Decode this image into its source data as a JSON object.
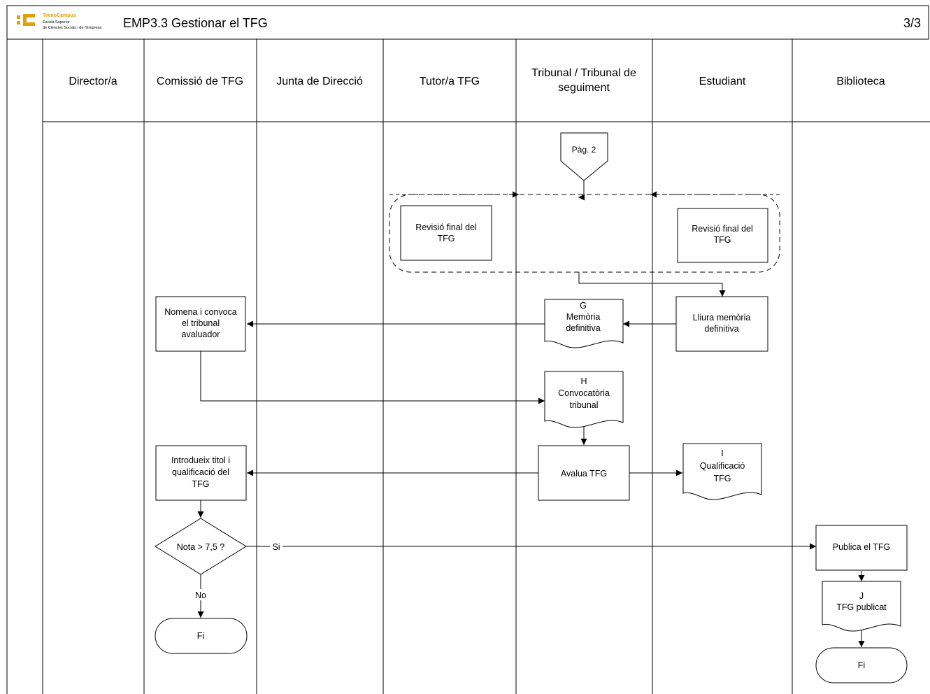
{
  "header": {
    "logo_name": "TecnoCampus",
    "logo_line1": "Escola Superior",
    "logo_line2": "de Ciències Socials i de l'Empresa",
    "logo_color": "#e2a10b",
    "title": "EMP3.3 Gestionar el TFG",
    "page": "3/3"
  },
  "lanes": [
    {
      "line1": "Director/a",
      "line2": ""
    },
    {
      "line1": "Comissió de TFG",
      "line2": ""
    },
    {
      "line1": "Junta de Direcció",
      "line2": ""
    },
    {
      "line1": "Tutor/a TFG",
      "line2": ""
    },
    {
      "line1": "Tribunal / Tribunal de",
      "line2": "seguiment"
    },
    {
      "line1": "Estudiant",
      "line2": ""
    },
    {
      "line1": "Biblioteca",
      "line2": ""
    }
  ],
  "connector": {
    "label": "Pàg. 2"
  },
  "tasks": {
    "revisio_tutor": [
      "Revisió final del",
      "TFG"
    ],
    "revisio_estudiant": [
      "Revisió final del",
      "TFG"
    ],
    "lliura": [
      "Lliura memòria",
      "definitiva"
    ],
    "nomena": [
      "Nomena i convoca",
      "el tribunal",
      "avaluador"
    ],
    "avalua": [
      "Avalua TFG"
    ],
    "introdueix": [
      "Introdueix titol i",
      "qualificació del",
      "TFG"
    ],
    "publica": [
      "Publica el TFG"
    ]
  },
  "documents": {
    "g": [
      "G",
      "Memòria",
      "definitiva"
    ],
    "h": [
      "H",
      "Convocatòria",
      "tribunal"
    ],
    "i": [
      "I",
      "Qualificació",
      "TFG"
    ],
    "j": [
      "J",
      "TFG publicat"
    ]
  },
  "decision": {
    "label": "Nota > 7,5 ?",
    "yes": "Si",
    "no": "No"
  },
  "terminals": {
    "fi_1": "Fi",
    "fi_2": "Fi"
  }
}
